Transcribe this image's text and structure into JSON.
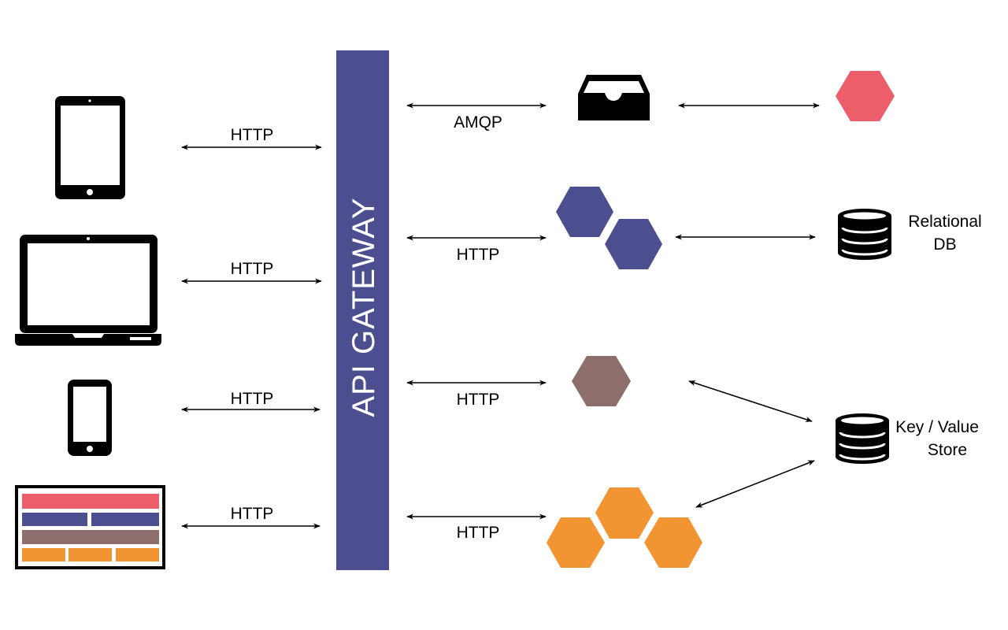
{
  "gateway": {
    "label": "API GATEWAY",
    "color": "#4b4f8f"
  },
  "client_links": [
    {
      "protocol": "HTTP"
    },
    {
      "protocol": "HTTP"
    },
    {
      "protocol": "HTTP"
    },
    {
      "protocol": "HTTP"
    }
  ],
  "service_links": [
    {
      "protocol": "AMQP"
    },
    {
      "protocol": "HTTP"
    },
    {
      "protocol": "HTTP"
    },
    {
      "protocol": "HTTP"
    }
  ],
  "datastores": {
    "relational": {
      "line1": "Relational",
      "line2": "DB"
    },
    "keyvalue": {
      "line1": "Key / Value",
      "line2": "Store"
    }
  },
  "colors": {
    "red": "#ec5f6a",
    "blue": "#4b4f8f",
    "brown": "#8d6e6a",
    "orange": "#f39433",
    "black": "#000000"
  },
  "icons": {
    "clients": [
      "tablet-icon",
      "laptop-icon",
      "phone-icon",
      "web-browser-icon"
    ],
    "queue": "message-queue-icon",
    "database": "database-icon",
    "service": "hexagon-icon"
  }
}
